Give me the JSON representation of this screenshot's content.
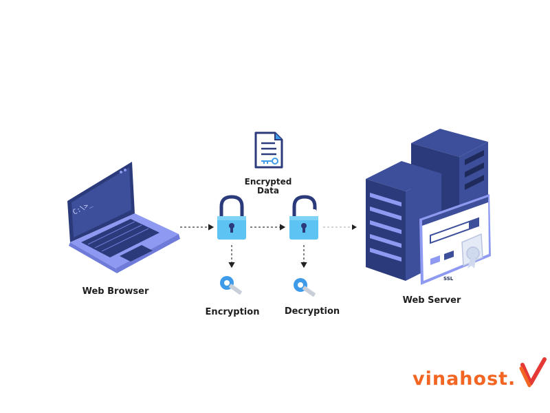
{
  "nodes": {
    "web_browser": "Web Browser",
    "encryption": "Encryption",
    "decryption": "Decryption",
    "web_server": "Web Server",
    "encrypted_data_line1": "Encrypted",
    "encrypted_data_line2": "Data",
    "ssl_badge": "SSL",
    "terminal_prompt": "C:\\>_"
  },
  "brand": {
    "name": "vinahost",
    "dot": ".",
    "color": "#f26522",
    "check_color": "#e53935"
  },
  "colors": {
    "navy": "#2b3a7a",
    "laptop_screen": "#3d4f9a",
    "laptop_keyboard": "#8e9af2",
    "lock_body": "#5cc3f2",
    "key_blue": "#3d9be9",
    "arrow": "#333333"
  },
  "icons": [
    "laptop-icon",
    "document-key-icon",
    "locked-padlock-icon",
    "unlocked-padlock-icon",
    "key-icon",
    "server-icon",
    "ssl-browser-window-icon",
    "certificate-icon"
  ]
}
